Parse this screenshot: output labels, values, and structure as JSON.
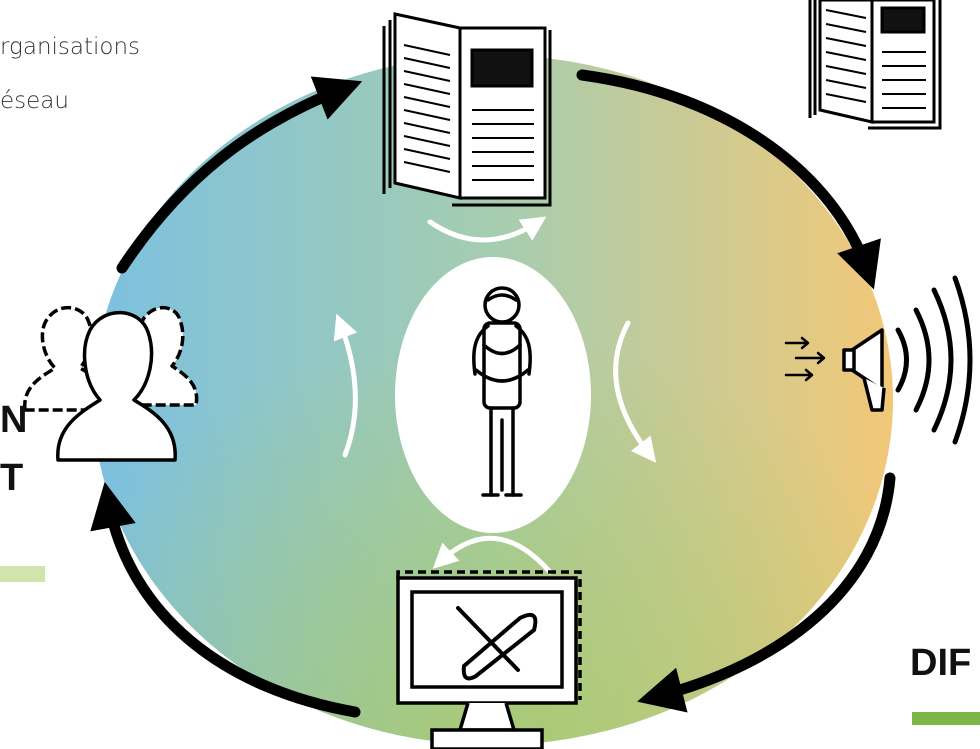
{
  "text": {
    "top_left_line1": "rganisations",
    "top_left_line2": "éseau",
    "left_fragment_top": "N",
    "left_fragment_bottom": "T",
    "right_fragment": "DIF"
  },
  "colors": {
    "cycle_gradient": [
      "#7cc0e0",
      "#a5cdb0",
      "#f2c878"
    ],
    "cycle_gradient_bottom": "#a8c860",
    "arrow": "#000000",
    "inner_arrows": "#ffffff",
    "center_disc": "#ffffff",
    "accent_bar": "#7ab648",
    "left_underline": "#c5dd9a"
  },
  "icons": [
    "open-book-icon",
    "booklet-icon",
    "megaphone-icon",
    "computer-tools-icon",
    "group-people-icon",
    "person-icon"
  ]
}
